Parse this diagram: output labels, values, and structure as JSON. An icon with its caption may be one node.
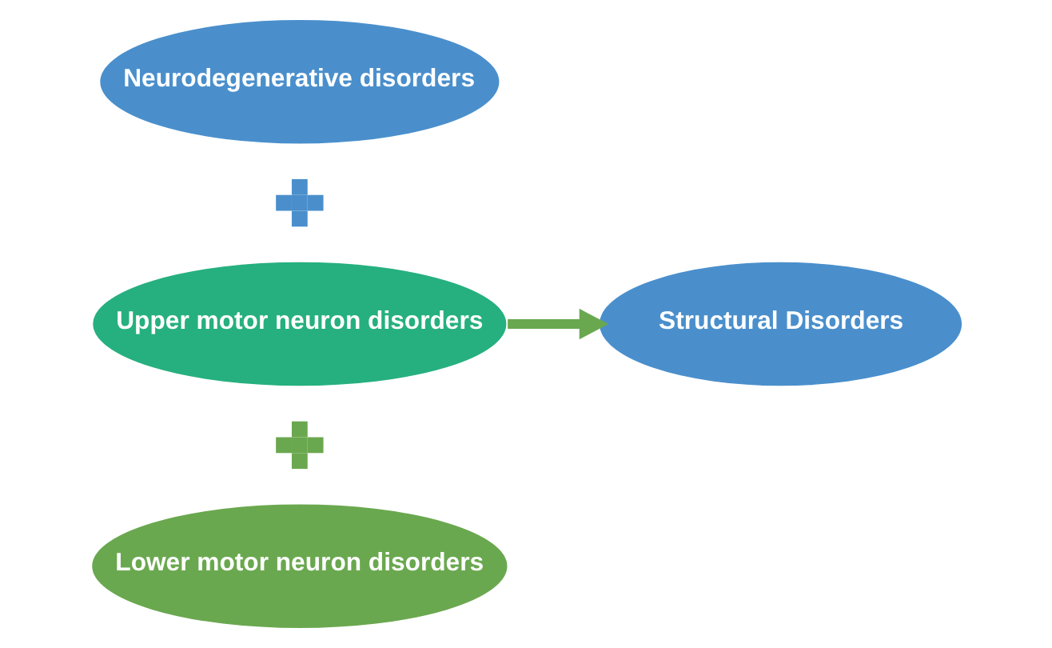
{
  "diagram": {
    "nodes": [
      {
        "text": [
          "Neurodegenerative disorders"
        ]
      },
      {
        "text": [],
        "shape": "plus"
      },
      {
        "text": [
          "Upper motor neuron disorders"
        ]
      },
      {
        "text": [
          "Structural Disorders"
        ]
      },
      {
        "text": [],
        "shape": "plus"
      },
      {
        "text": [
          "Lower motor neuron disorders"
        ]
      }
    ],
    "edges": [
      {
        "from": 2,
        "to": 3,
        "arrow": "to"
      }
    ]
  }
}
